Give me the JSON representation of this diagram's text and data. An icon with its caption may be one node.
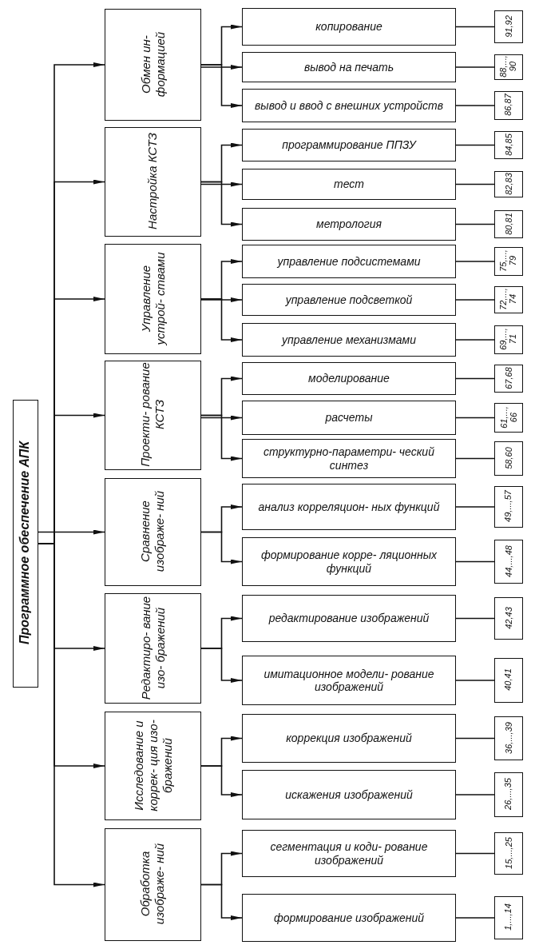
{
  "diagram": {
    "nodes": [
      {
        "text": [
          "Программное обеспечение АПК"
        ]
      },
      {
        "text": [
          "Обработка изображе- ний"
        ]
      },
      {
        "text": [
          "формирование изображений"
        ]
      },
      {
        "text": [
          "1,...,14"
        ]
      },
      {
        "text": [
          "сегментация и коди- рование изображений"
        ]
      },
      {
        "text": [
          "15,...,25"
        ]
      },
      {
        "text": [
          "Исследование и коррек- ция изо- бражений"
        ]
      },
      {
        "text": [
          "искажения изображений"
        ]
      },
      {
        "text": [
          "26,...,35"
        ]
      },
      {
        "text": [
          "коррекция изображений"
        ]
      },
      {
        "text": [
          "36,...,39"
        ]
      },
      {
        "text": [
          "Редактиро- вание изо- бражений"
        ]
      },
      {
        "text": [
          "имитационное модели- рование изображений"
        ]
      },
      {
        "text": [
          "40,41"
        ]
      },
      {
        "text": [
          "редактирование изображений"
        ]
      },
      {
        "text": [
          "42,43"
        ]
      },
      {
        "text": [
          "Сравнение изображе- ний"
        ]
      },
      {
        "text": [
          "формирование корре- ляционных функций"
        ]
      },
      {
        "text": [
          "44,...,48"
        ]
      },
      {
        "text": [
          "анализ корреляцион- ных функций"
        ]
      },
      {
        "text": [
          "49,...,57"
        ]
      },
      {
        "text": [
          "Проекти- рование КСТЗ"
        ]
      },
      {
        "text": [
          "структурно-параметри- ческий синтез"
        ]
      },
      {
        "text": [
          "58,60"
        ]
      },
      {
        "text": [
          "расчеты"
        ]
      },
      {
        "text": [
          "61,...,66"
        ]
      },
      {
        "text": [
          "моделирование"
        ]
      },
      {
        "text": [
          "67,68"
        ]
      },
      {
        "text": [
          "Управление устрой- ствами"
        ]
      },
      {
        "text": [
          "управление механизмами"
        ]
      },
      {
        "text": [
          "69,...,71"
        ]
      },
      {
        "text": [
          "управление подсветкой"
        ]
      },
      {
        "text": [
          "72,...,74"
        ]
      },
      {
        "text": [
          "управление подсистемами"
        ]
      },
      {
        "text": [
          "75,...,79"
        ]
      },
      {
        "text": [
          "Настройка КСТЗ"
        ]
      },
      {
        "text": [
          "метрология"
        ]
      },
      {
        "text": [
          "80,81"
        ]
      },
      {
        "text": [
          "тест"
        ]
      },
      {
        "text": [
          "82,83"
        ]
      },
      {
        "text": [
          "программирование ППЗУ"
        ]
      },
      {
        "text": [
          "84,85"
        ]
      },
      {
        "text": [
          "Обмен ин- формацией"
        ]
      },
      {
        "text": [
          "вывод и ввод с внешних устройств"
        ]
      },
      {
        "text": [
          "86,87"
        ]
      },
      {
        "text": [
          "вывод на печать"
        ]
      },
      {
        "text": [
          "88,...,90"
        ]
      },
      {
        "text": [
          "копирование"
        ]
      },
      {
        "text": [
          "91,92"
        ]
      }
    ],
    "edges": [
      {
        "from": 0,
        "to": 1,
        "arrow": "to"
      },
      {
        "from": 0,
        "to": 6,
        "arrow": "to"
      },
      {
        "from": 0,
        "to": 11,
        "arrow": "to"
      },
      {
        "from": 0,
        "to": 16,
        "arrow": "to"
      },
      {
        "from": 0,
        "to": 21,
        "arrow": "to"
      },
      {
        "from": 0,
        "to": 28,
        "arrow": "to"
      },
      {
        "from": 0,
        "to": 35,
        "arrow": "to"
      },
      {
        "from": 0,
        "to": 42,
        "arrow": "to"
      },
      {
        "from": 1,
        "to": 2,
        "arrow": "to"
      },
      {
        "from": 2,
        "to": 3,
        "arrow": "none"
      },
      {
        "from": 1,
        "to": 4,
        "arrow": "to"
      },
      {
        "from": 4,
        "to": 5,
        "arrow": "none"
      },
      {
        "from": 6,
        "to": 7,
        "arrow": "to"
      },
      {
        "from": 7,
        "to": 8,
        "arrow": "none"
      },
      {
        "from": 6,
        "to": 9,
        "arrow": "to"
      },
      {
        "from": 9,
        "to": 10,
        "arrow": "none"
      },
      {
        "from": 11,
        "to": 12,
        "arrow": "to"
      },
      {
        "from": 12,
        "to": 13,
        "arrow": "none"
      },
      {
        "from": 11,
        "to": 14,
        "arrow": "to"
      },
      {
        "from": 14,
        "to": 15,
        "arrow": "none"
      },
      {
        "from": 16,
        "to": 17,
        "arrow": "to"
      },
      {
        "from": 17,
        "to": 18,
        "arrow": "none"
      },
      {
        "from": 16,
        "to": 19,
        "arrow": "to"
      },
      {
        "from": 19,
        "to": 20,
        "arrow": "none"
      },
      {
        "from": 21,
        "to": 22,
        "arrow": "to"
      },
      {
        "from": 22,
        "to": 23,
        "arrow": "none"
      },
      {
        "from": 21,
        "to": 24,
        "arrow": "to"
      },
      {
        "from": 24,
        "to": 25,
        "arrow": "none"
      },
      {
        "from": 21,
        "to": 26,
        "arrow": "to"
      },
      {
        "from": 26,
        "to": 27,
        "arrow": "none"
      },
      {
        "from": 28,
        "to": 29,
        "arrow": "to"
      },
      {
        "from": 29,
        "to": 30,
        "arrow": "none"
      },
      {
        "from": 28,
        "to": 31,
        "arrow": "to"
      },
      {
        "from": 31,
        "to": 32,
        "arrow": "none"
      },
      {
        "from": 28,
        "to": 33,
        "arrow": "to"
      },
      {
        "from": 33,
        "to": 34,
        "arrow": "none"
      },
      {
        "from": 35,
        "to": 36,
        "arrow": "to"
      },
      {
        "from": 36,
        "to": 37,
        "arrow": "none"
      },
      {
        "from": 35,
        "to": 38,
        "arrow": "to"
      },
      {
        "from": 38,
        "to": 39,
        "arrow": "none"
      },
      {
        "from": 35,
        "to": 40,
        "arrow": "to"
      },
      {
        "from": 40,
        "to": 41,
        "arrow": "none"
      },
      {
        "from": 42,
        "to": 43,
        "arrow": "to"
      },
      {
        "from": 43,
        "to": 44,
        "arrow": "none"
      },
      {
        "from": 42,
        "to": 45,
        "arrow": "to"
      },
      {
        "from": 45,
        "to": 46,
        "arrow": "none"
      },
      {
        "from": 42,
        "to": 47,
        "arrow": "to"
      },
      {
        "from": 47,
        "to": 48,
        "arrow": "none"
      }
    ]
  }
}
